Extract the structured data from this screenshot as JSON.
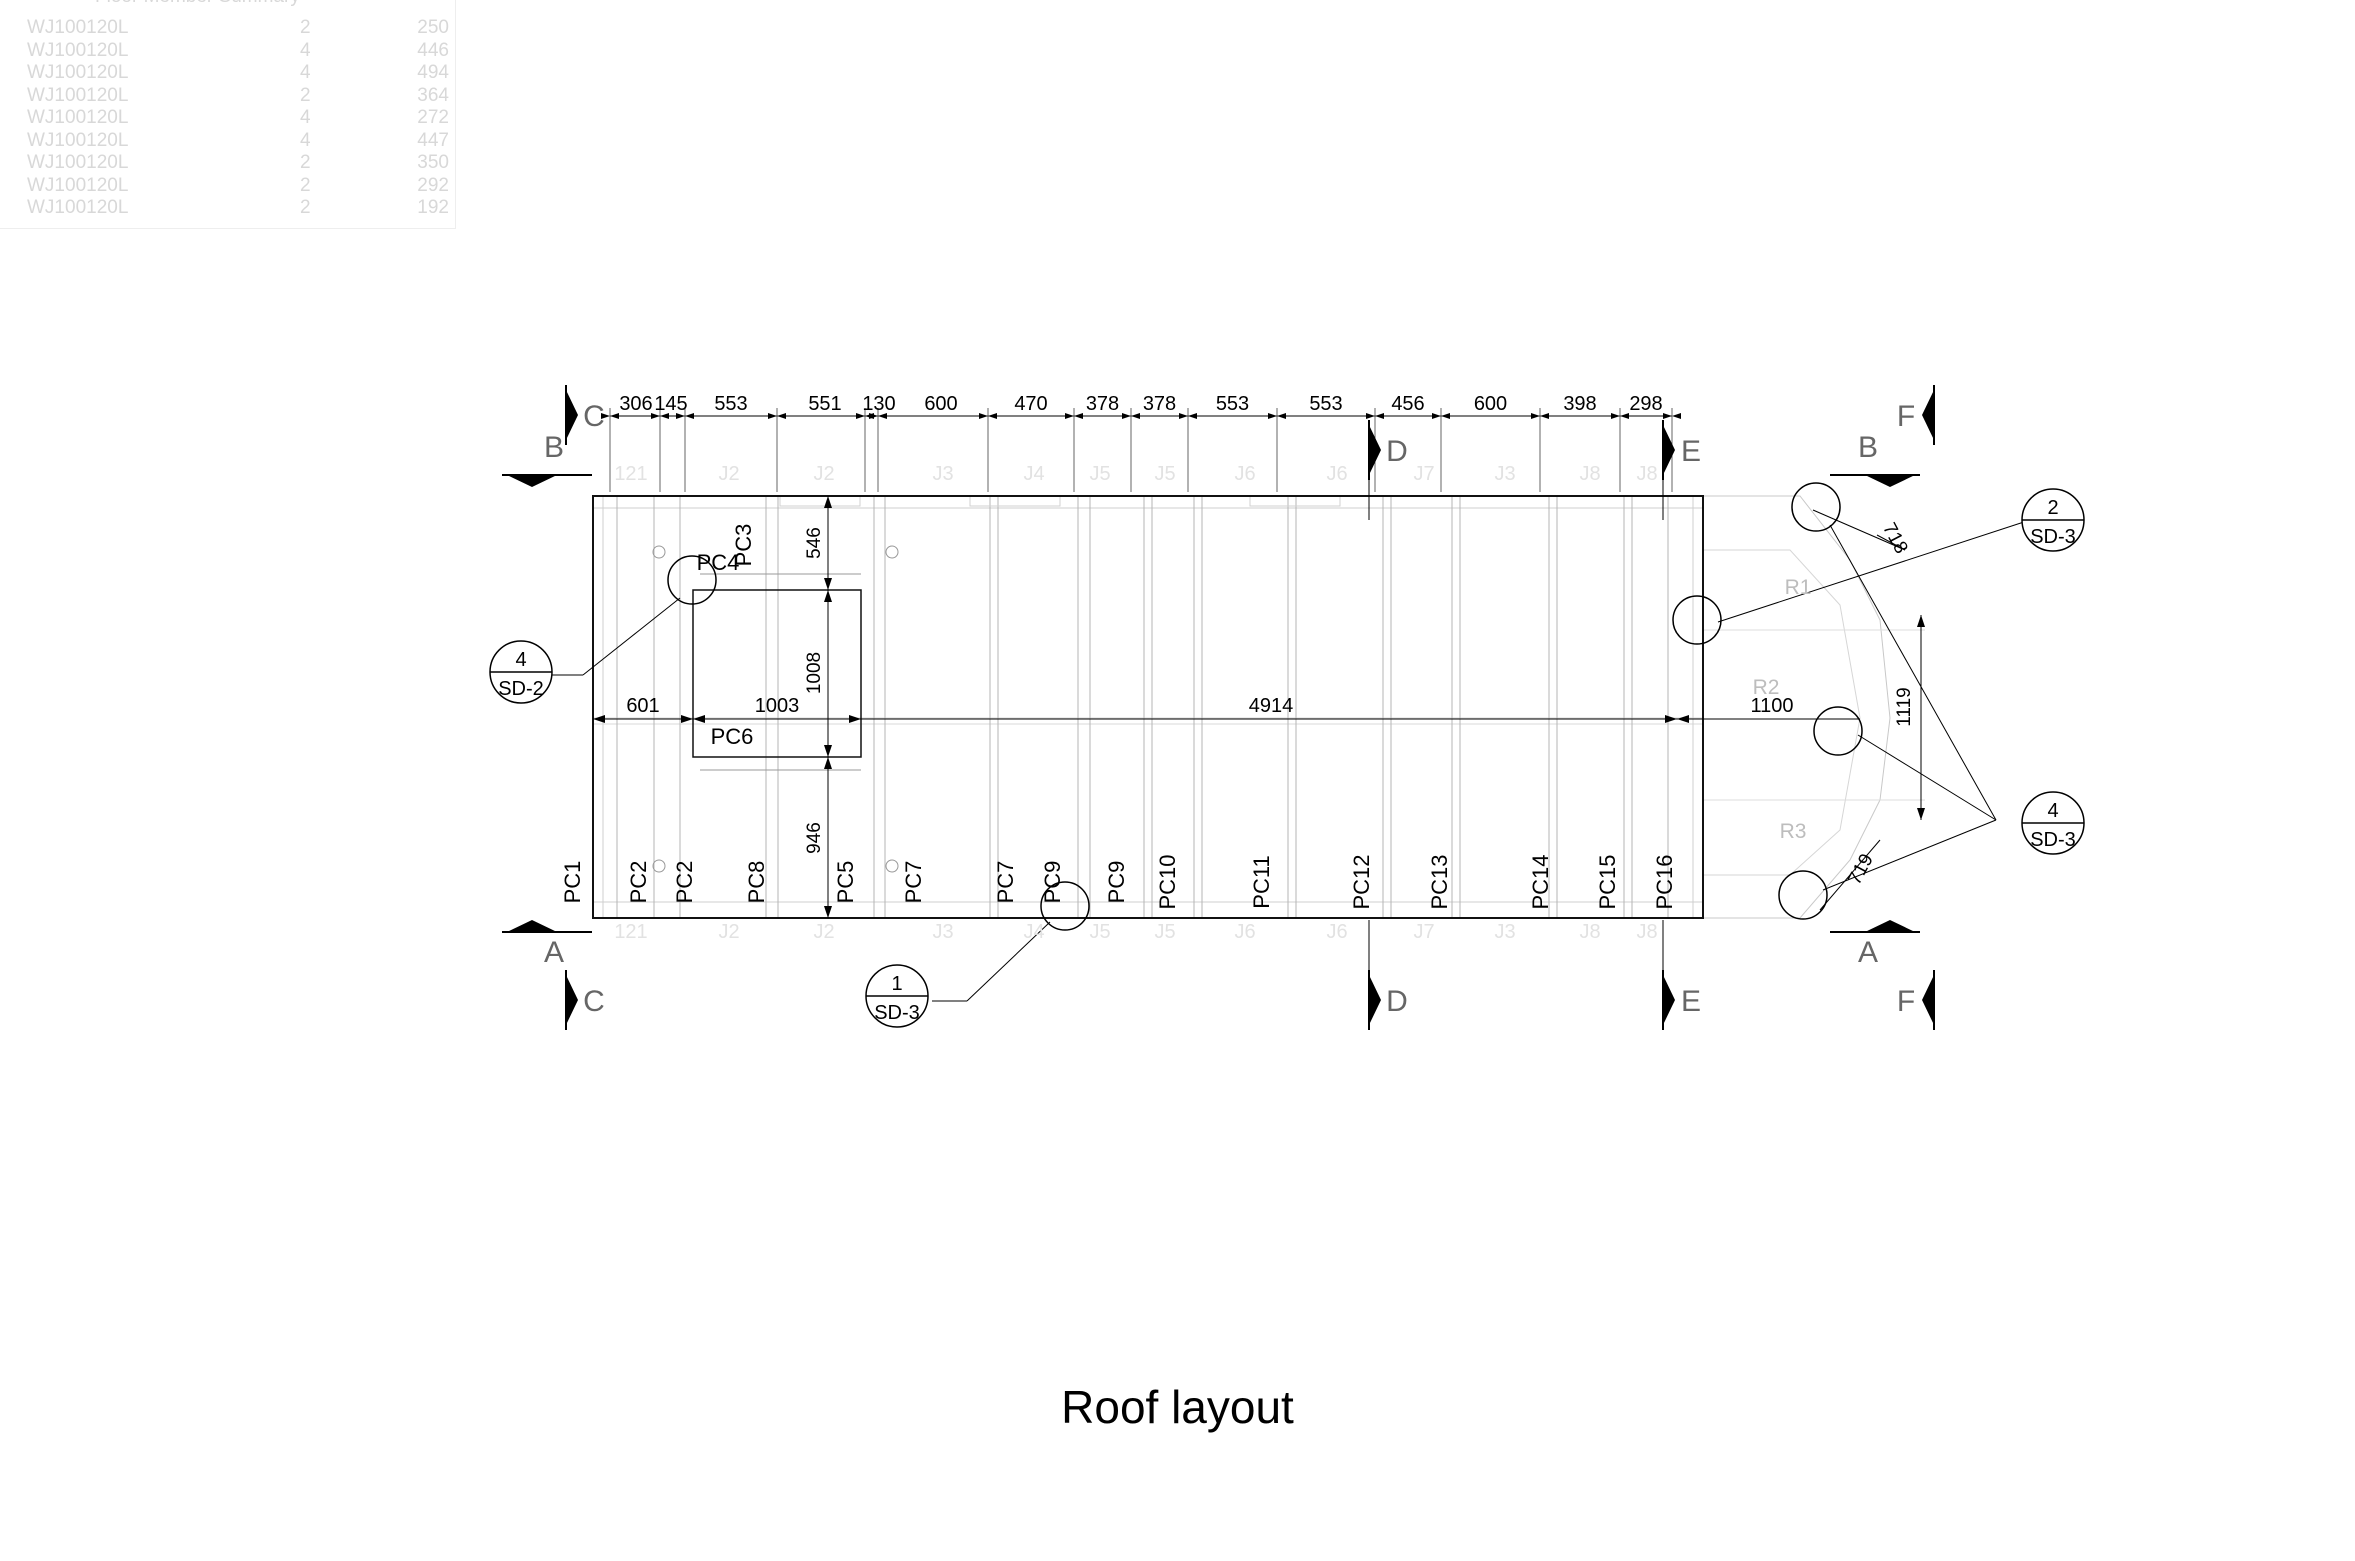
{
  "summary": {
    "title": "Floor Member Summary",
    "rows": [
      {
        "member": "WJ100120L",
        "qty": "2",
        "length": "250"
      },
      {
        "member": "WJ100120L",
        "qty": "4",
        "length": "446"
      },
      {
        "member": "WJ100120L",
        "qty": "4",
        "length": "494"
      },
      {
        "member": "WJ100120L",
        "qty": "2",
        "length": "364"
      },
      {
        "member": "WJ100120L",
        "qty": "4",
        "length": "272"
      },
      {
        "member": "WJ100120L",
        "qty": "4",
        "length": "447"
      },
      {
        "member": "WJ100120L",
        "qty": "2",
        "length": "350"
      },
      {
        "member": "WJ100120L",
        "qty": "2",
        "length": "292"
      },
      {
        "member": "WJ100120L",
        "qty": "2",
        "length": "192"
      }
    ]
  },
  "top_dimensions": [
    "306",
    "145",
    "553",
    "551",
    "130",
    "600",
    "470",
    "378",
    "378",
    "553",
    "553",
    "456",
    "600",
    "398",
    "298"
  ],
  "inner_dimensions": {
    "left_span": "601",
    "opening_width": "1003",
    "middle_span": "4914",
    "right_span": "1100",
    "opening_height": "1008",
    "upper_offset": "546",
    "lower_offset": "946",
    "bay_upper": "718",
    "bay_middle": "1119",
    "bay_lower": "719"
  },
  "columns": [
    "PC1",
    "PC2",
    "PC2",
    "PC8",
    "PC5",
    "PC7",
    "PC7",
    "PC9",
    "PC9",
    "PC10",
    "PC11",
    "PC12",
    "PC13",
    "PC14",
    "PC15",
    "PC16"
  ],
  "opening_labels": {
    "top": "PC3",
    "corner": "PC4",
    "bottom": "PC6"
  },
  "bay_labels": [
    "R1",
    "R2",
    "R3"
  ],
  "section_markers": {
    "c": "C",
    "d": "D",
    "e": "E",
    "f": "F",
    "a": "A",
    "b": "B"
  },
  "callouts": [
    {
      "num": "4",
      "sheet": "SD-2"
    },
    {
      "num": "2",
      "sheet": "SD-3"
    },
    {
      "num": "4",
      "sheet": "SD-3"
    },
    {
      "num": "1",
      "sheet": "SD-3"
    }
  ],
  "caption": "Roof layout"
}
